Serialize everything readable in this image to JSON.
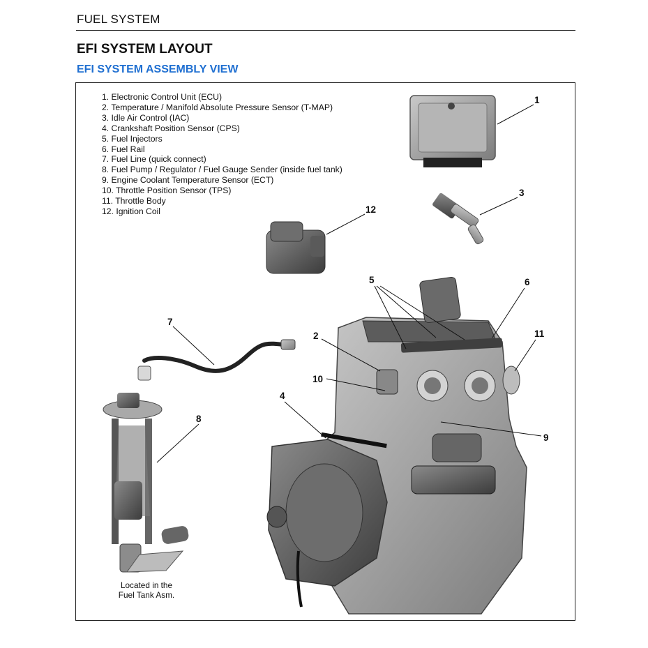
{
  "header": {
    "section": "FUEL SYSTEM",
    "title": "EFI SYSTEM LAYOUT",
    "subtitle": "EFI SYSTEM ASSEMBLY VIEW"
  },
  "legend": {
    "items": [
      "1. Electronic Control Unit (ECU)",
      "2. Temperature / Manifold Absolute Pressure Sensor (T-MAP)",
      "3. Idle Air Control (IAC)",
      "4. Crankshaft Position Sensor (CPS)",
      "5. Fuel Injectors",
      "6. Fuel Rail",
      "7. Fuel Line (quick connect)",
      "8. Fuel Pump / Regulator / Fuel Gauge Sender (inside fuel tank)",
      "9. Engine Coolant Temperature Sensor (ECT)",
      "10. Throttle Position Sensor (TPS)",
      "11. Throttle Body",
      "12. Ignition Coil"
    ]
  },
  "callouts": {
    "c1": "1",
    "c2": "2",
    "c3": "3",
    "c4": "4",
    "c5": "5",
    "c6": "6",
    "c7": "7",
    "c8": "8",
    "c9": "9",
    "c10": "10",
    "c11": "11",
    "c12": "12"
  },
  "note": {
    "line1": "Located in the",
    "line2": "Fuel Tank Asm."
  }
}
